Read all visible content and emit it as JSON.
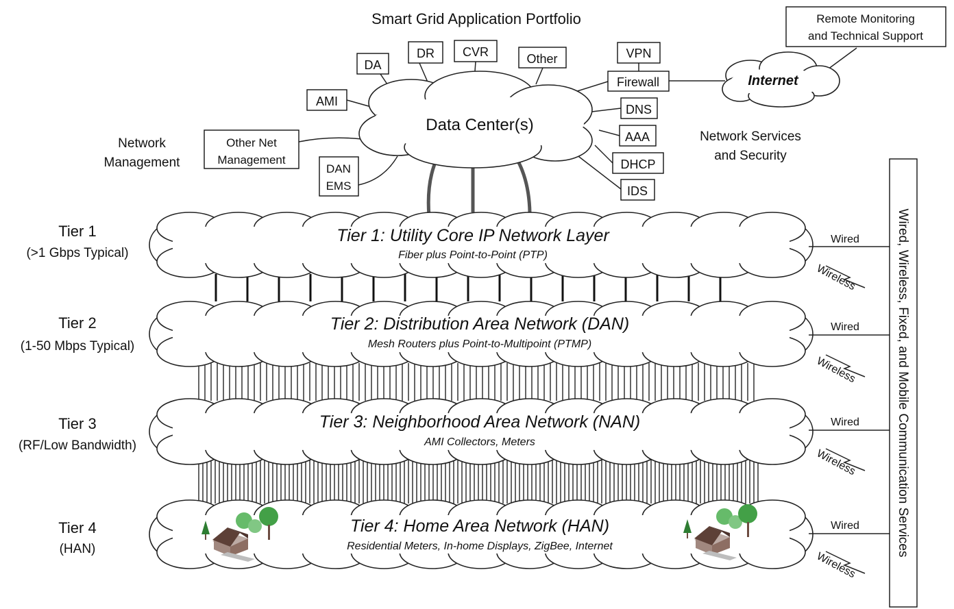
{
  "title": "Smart Grid Application Portfolio",
  "data_center": "Data Center(s)",
  "internet": "Internet",
  "remote": [
    "Remote Monitoring",
    "and Technical Support"
  ],
  "network_management": [
    "Network",
    "Management"
  ],
  "network_services": [
    "Network Services",
    "and Security"
  ],
  "apps": [
    "AMI",
    "DA",
    "DR",
    "CVR",
    "Other"
  ],
  "other_net_mgmt": [
    "Other Net",
    "Management"
  ],
  "dan_ems": [
    "DAN",
    "EMS"
  ],
  "services": [
    "VPN",
    "Firewall",
    "DNS",
    "AAA",
    "DHCP",
    "IDS"
  ],
  "side_label": "Wired, Wireless, Fixed, and Mobile Communication Services",
  "tiers": [
    {
      "left_name": "Tier 1",
      "left_sub": "(>1 Gbps Typical)",
      "title": "Tier 1:  Utility Core IP Network Layer",
      "subtitle": "Fiber plus Point-to-Point (PTP)",
      "wired": "Wired",
      "wireless": "Wireless"
    },
    {
      "left_name": "Tier 2",
      "left_sub": "(1-50 Mbps Typical)",
      "title": "Tier 2:  Distribution Area Network (DAN)",
      "subtitle": "Mesh Routers plus Point-to-Multipoint (PTMP)",
      "wired": "Wired",
      "wireless": "Wireless"
    },
    {
      "left_name": "Tier 3",
      "left_sub": "(RF/Low Bandwidth)",
      "title": "Tier 3:  Neighborhood Area Network (NAN)",
      "subtitle": "AMI Collectors, Meters",
      "wired": "Wired",
      "wireless": "Wireless"
    },
    {
      "left_name": "Tier 4",
      "left_sub": "(HAN)",
      "title": "Tier 4:  Home Area Network (HAN)",
      "subtitle": "Residential Meters, In-home Displays, ZigBee, Internet",
      "wired": "Wired",
      "wireless": "Wireless"
    }
  ]
}
